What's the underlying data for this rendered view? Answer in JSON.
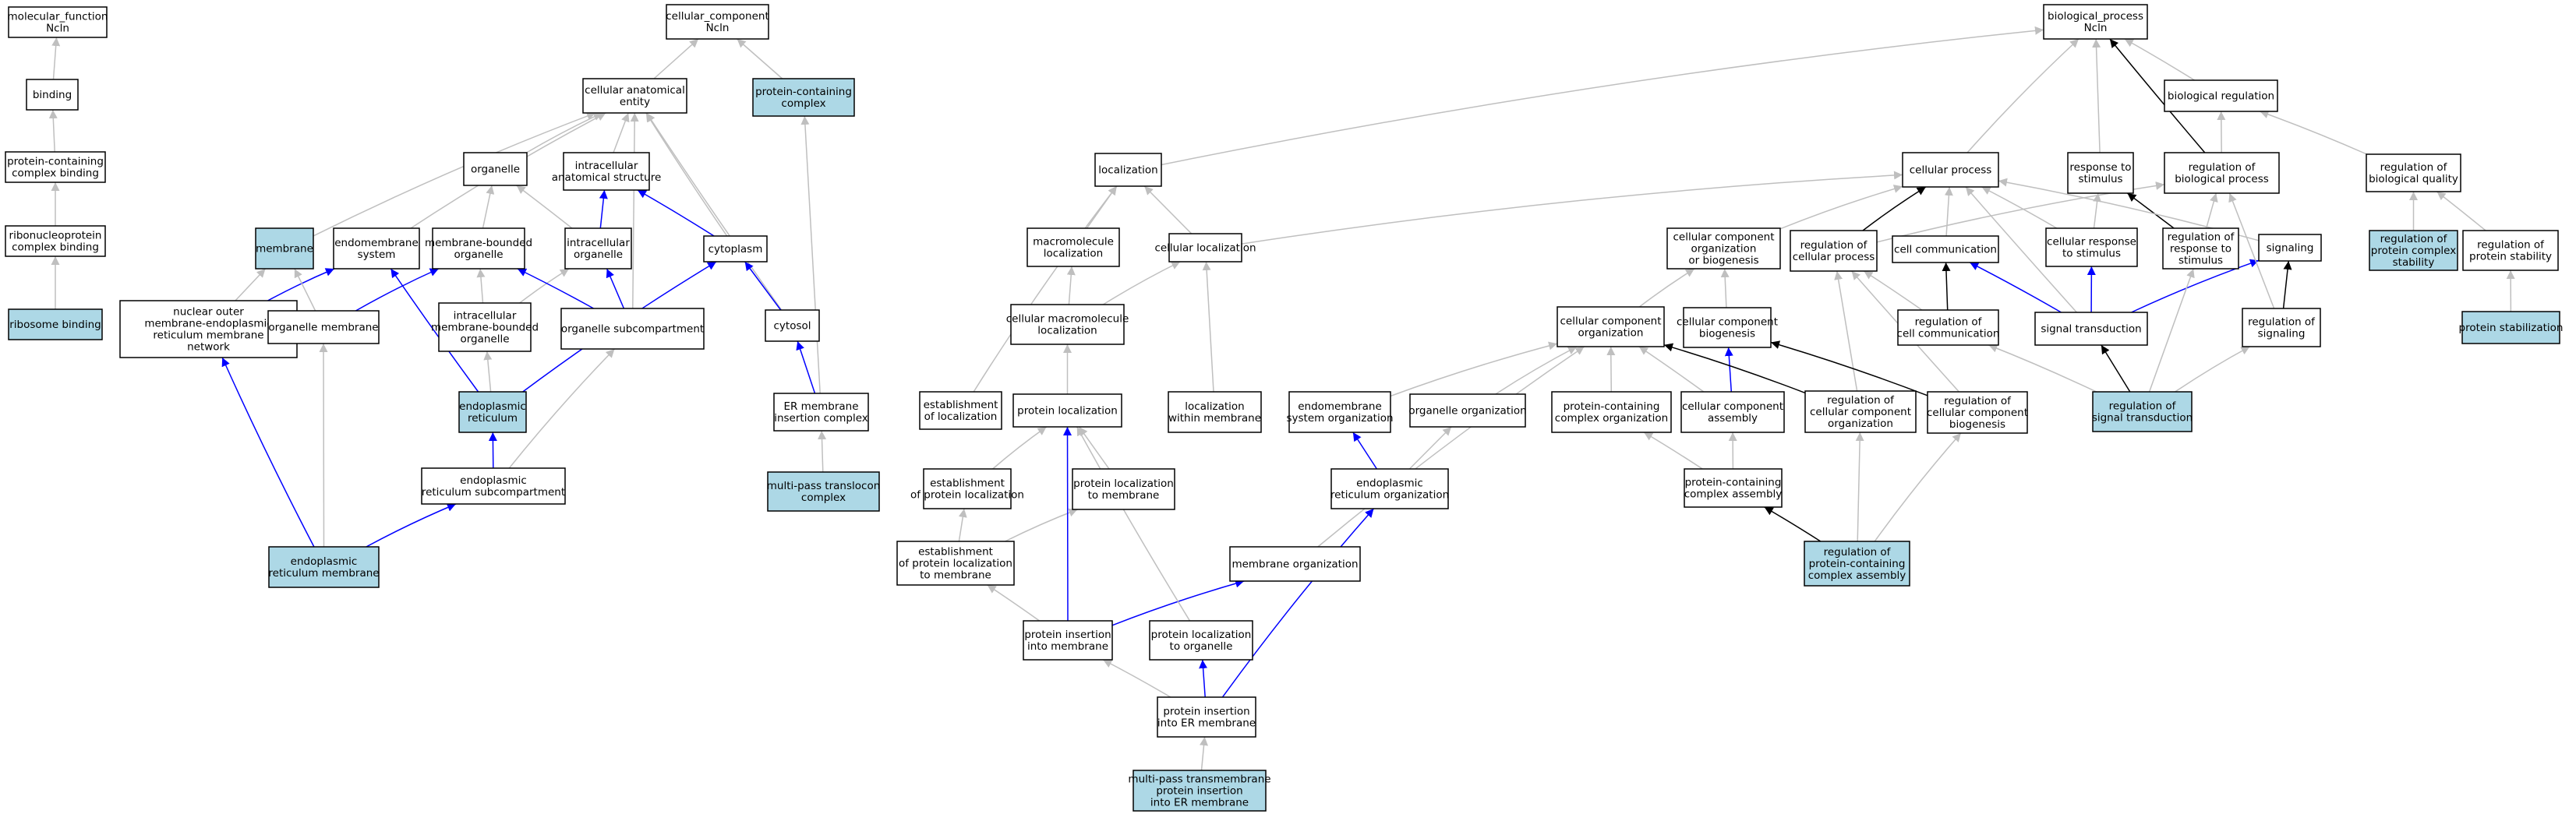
{
  "colors": {
    "highlight_fill": "#add8e6",
    "default_fill": "#ffffff",
    "edge_gray": "#bfbfbf",
    "edge_blue": "#0000ff",
    "edge_black": "#000000"
  },
  "nodes": [
    {
      "id": "mf",
      "label": "molecular_function\nNcln",
      "highlight": false
    },
    {
      "id": "binding",
      "label": "binding",
      "highlight": false
    },
    {
      "id": "pcb",
      "label": "protein-containing\ncomplex binding",
      "highlight": false
    },
    {
      "id": "rnpcb",
      "label": "ribonucleoprotein\ncomplex binding",
      "highlight": false
    },
    {
      "id": "ribbind",
      "label": "ribosome binding",
      "highlight": true
    },
    {
      "id": "cc",
      "label": "cellular_component\nNcln",
      "highlight": false
    },
    {
      "id": "cae",
      "label": "cellular anatomical\nentity",
      "highlight": false
    },
    {
      "id": "pcc",
      "label": "protein-containing\ncomplex",
      "highlight": true
    },
    {
      "id": "organelle",
      "label": "organelle",
      "highlight": false
    },
    {
      "id": "ias",
      "label": "intracellular\nanatomical structure",
      "highlight": false
    },
    {
      "id": "membrane",
      "label": "membrane",
      "highlight": true
    },
    {
      "id": "endomem",
      "label": "endomembrane\nsystem",
      "highlight": false
    },
    {
      "id": "mbo",
      "label": "membrane-bounded\norganelle",
      "highlight": false
    },
    {
      "id": "io",
      "label": "intracellular\norganelle",
      "highlight": false
    },
    {
      "id": "cytoplasm",
      "label": "cytoplasm",
      "highlight": false
    },
    {
      "id": "nom",
      "label": "nuclear outer\nmembrane-endoplasmic\nreticulum membrane\nnetwork",
      "highlight": false
    },
    {
      "id": "orgmem",
      "label": "organelle membrane",
      "highlight": false
    },
    {
      "id": "imbo",
      "label": "intracellular\nmembrane-bounded\norganelle",
      "highlight": false
    },
    {
      "id": "orgsub",
      "label": "organelle subcompartment",
      "highlight": false
    },
    {
      "id": "cytosol",
      "label": "cytosol",
      "highlight": false
    },
    {
      "id": "er",
      "label": "endoplasmic\nreticulum",
      "highlight": true
    },
    {
      "id": "ermic",
      "label": "ER membrane\ninsertion complex",
      "highlight": false
    },
    {
      "id": "ersub",
      "label": "endoplasmic\nreticulum subcompartment",
      "highlight": false
    },
    {
      "id": "mptc",
      "label": "multi-pass translocon\ncomplex",
      "highlight": true
    },
    {
      "id": "erm",
      "label": "endoplasmic\nreticulum membrane",
      "highlight": true
    },
    {
      "id": "bp",
      "label": "biological_process\nNcln",
      "highlight": false
    },
    {
      "id": "localization",
      "label": "localization",
      "highlight": false
    },
    {
      "id": "cellproc",
      "label": "cellular process",
      "highlight": false
    },
    {
      "id": "rts",
      "label": "response to\nstimulus",
      "highlight": false
    },
    {
      "id": "biolreg",
      "label": "biological regulation",
      "highlight": false
    },
    {
      "id": "rbp",
      "label": "regulation of\nbiological process",
      "highlight": false
    },
    {
      "id": "rbq",
      "label": "regulation of\nbiological quality",
      "highlight": false
    },
    {
      "id": "mml",
      "label": "macromolecule\nlocalization",
      "highlight": false
    },
    {
      "id": "cl",
      "label": "cellular localization",
      "highlight": false
    },
    {
      "id": "ccob",
      "label": "cellular component\norganization\nor biogenesis",
      "highlight": false
    },
    {
      "id": "rcp",
      "label": "regulation of\ncellular process",
      "highlight": false
    },
    {
      "id": "cellcomm",
      "label": "cell communication",
      "highlight": false
    },
    {
      "id": "crs",
      "label": "cellular response\nto stimulus",
      "highlight": false
    },
    {
      "id": "rrs",
      "label": "regulation of\nresponse to\nstimulus",
      "highlight": false
    },
    {
      "id": "signaling",
      "label": "signaling",
      "highlight": false
    },
    {
      "id": "rpcs",
      "label": "regulation of\nprotein complex\nstability",
      "highlight": true
    },
    {
      "id": "rps",
      "label": "regulation of\nprotein stability",
      "highlight": false
    },
    {
      "id": "cmml",
      "label": "cellular macromolecule\nlocalization",
      "highlight": false
    },
    {
      "id": "cco",
      "label": "cellular component\norganization",
      "highlight": false
    },
    {
      "id": "ccb",
      "label": "cellular component\nbiogenesis",
      "highlight": false
    },
    {
      "id": "rcc",
      "label": "regulation of\ncell communication",
      "highlight": false
    },
    {
      "id": "st",
      "label": "signal transduction",
      "highlight": false
    },
    {
      "id": "rsig",
      "label": "regulation of\nsignaling",
      "highlight": false
    },
    {
      "id": "pstab",
      "label": "protein stabilization",
      "highlight": true
    },
    {
      "id": "eol",
      "label": "establishment\nof localization",
      "highlight": false
    },
    {
      "id": "ploc",
      "label": "protein localization",
      "highlight": false
    },
    {
      "id": "lwm",
      "label": "localization\nwithin membrane",
      "highlight": false
    },
    {
      "id": "eso",
      "label": "endomembrane\nsystem organization",
      "highlight": false
    },
    {
      "id": "oo",
      "label": "organelle organization",
      "highlight": false
    },
    {
      "id": "pcco",
      "label": "protein-containing\ncomplex organization",
      "highlight": false
    },
    {
      "id": "cca",
      "label": "cellular component\nassembly",
      "highlight": false
    },
    {
      "id": "rcco",
      "label": "regulation of\ncellular component\norganization",
      "highlight": false
    },
    {
      "id": "rccb",
      "label": "regulation of\ncellular component\nbiogenesis",
      "highlight": false
    },
    {
      "id": "rst",
      "label": "regulation of\nsignal transduction",
      "highlight": true
    },
    {
      "id": "epl",
      "label": "establishment\nof protein localization",
      "highlight": false
    },
    {
      "id": "pltm",
      "label": "protein localization\nto membrane",
      "highlight": false
    },
    {
      "id": "ero",
      "label": "endoplasmic\nreticulum organization",
      "highlight": false
    },
    {
      "id": "pcca",
      "label": "protein-containing\ncomplex assembly",
      "highlight": false
    },
    {
      "id": "epltm",
      "label": "establishment\nof protein localization\nto membrane",
      "highlight": false
    },
    {
      "id": "memorg",
      "label": "membrane organization",
      "highlight": false
    },
    {
      "id": "rpcca",
      "label": "regulation of\nprotein-containing\ncomplex assembly",
      "highlight": true
    },
    {
      "id": "pim",
      "label": "protein insertion\ninto membrane",
      "highlight": false
    },
    {
      "id": "plto",
      "label": "protein localization\nto organelle",
      "highlight": false
    },
    {
      "id": "pierm",
      "label": "protein insertion\ninto ER membrane",
      "highlight": false
    },
    {
      "id": "mptpi",
      "label": "multi-pass transmembrane\nprotein insertion\ninto ER membrane",
      "highlight": true
    }
  ],
  "edges": [
    {
      "from": "binding",
      "to": "mf",
      "kind": "gray"
    },
    {
      "from": "pcb",
      "to": "binding",
      "kind": "gray"
    },
    {
      "from": "rnpcb",
      "to": "pcb",
      "kind": "gray"
    },
    {
      "from": "ribbind",
      "to": "rnpcb",
      "kind": "gray"
    },
    {
      "from": "cae",
      "to": "cc",
      "kind": "gray"
    },
    {
      "from": "pcc",
      "to": "cc",
      "kind": "gray"
    },
    {
      "from": "organelle",
      "to": "cae",
      "kind": "gray"
    },
    {
      "from": "ias",
      "to": "cae",
      "kind": "gray"
    },
    {
      "from": "membrane",
      "to": "cae",
      "kind": "gray"
    },
    {
      "from": "endomem",
      "to": "cae",
      "kind": "gray"
    },
    {
      "from": "cytoplasm",
      "to": "cae",
      "kind": "gray"
    },
    {
      "from": "cytosol",
      "to": "cae",
      "kind": "gray"
    },
    {
      "from": "orgsub",
      "to": "cae",
      "kind": "gray"
    },
    {
      "from": "mbo",
      "to": "organelle",
      "kind": "gray"
    },
    {
      "from": "io",
      "to": "organelle",
      "kind": "gray"
    },
    {
      "from": "io",
      "to": "ias",
      "kind": "blue"
    },
    {
      "from": "cytoplasm",
      "to": "ias",
      "kind": "blue"
    },
    {
      "from": "imbo",
      "to": "mbo",
      "kind": "gray"
    },
    {
      "from": "imbo",
      "to": "io",
      "kind": "gray"
    },
    {
      "from": "orgsub",
      "to": "io",
      "kind": "blue"
    },
    {
      "from": "orgsub",
      "to": "mbo",
      "kind": "blue"
    },
    {
      "from": "nom",
      "to": "membrane",
      "kind": "gray"
    },
    {
      "from": "nom",
      "to": "endomem",
      "kind": "blue"
    },
    {
      "from": "orgmem",
      "to": "membrane",
      "kind": "gray"
    },
    {
      "from": "orgmem",
      "to": "mbo",
      "kind": "blue"
    },
    {
      "from": "cytosol",
      "to": "cytoplasm",
      "kind": "blue"
    },
    {
      "from": "er",
      "to": "imbo",
      "kind": "gray"
    },
    {
      "from": "er",
      "to": "endomem",
      "kind": "blue"
    },
    {
      "from": "er",
      "to": "cytoplasm",
      "kind": "blue"
    },
    {
      "from": "ermic",
      "to": "cytosol",
      "kind": "blue"
    },
    {
      "from": "ermic",
      "to": "pcc",
      "kind": "gray"
    },
    {
      "from": "ersub",
      "to": "er",
      "kind": "blue"
    },
    {
      "from": "ersub",
      "to": "orgsub",
      "kind": "gray"
    },
    {
      "from": "mptc",
      "to": "ermic",
      "kind": "gray"
    },
    {
      "from": "erm",
      "to": "ersub",
      "kind": "blue"
    },
    {
      "from": "erm",
      "to": "nom",
      "kind": "blue"
    },
    {
      "from": "erm",
      "to": "orgmem",
      "kind": "gray"
    },
    {
      "from": "localization",
      "to": "bp",
      "kind": "gray"
    },
    {
      "from": "cellproc",
      "to": "bp",
      "kind": "gray"
    },
    {
      "from": "rts",
      "to": "bp",
      "kind": "gray"
    },
    {
      "from": "biolreg",
      "to": "bp",
      "kind": "gray"
    },
    {
      "from": "rbp",
      "to": "bp",
      "kind": "black"
    },
    {
      "from": "rbp",
      "to": "biolreg",
      "kind": "gray"
    },
    {
      "from": "rbq",
      "to": "biolreg",
      "kind": "gray"
    },
    {
      "from": "mml",
      "to": "localization",
      "kind": "gray"
    },
    {
      "from": "cl",
      "to": "localization",
      "kind": "gray"
    },
    {
      "from": "cl",
      "to": "cellproc",
      "kind": "gray"
    },
    {
      "from": "ccob",
      "to": "cellproc",
      "kind": "gray"
    },
    {
      "from": "rcp",
      "to": "cellproc",
      "kind": "black"
    },
    {
      "from": "rcp",
      "to": "rbp",
      "kind": "gray"
    },
    {
      "from": "cellcomm",
      "to": "cellproc",
      "kind": "gray"
    },
    {
      "from": "crs",
      "to": "rts",
      "kind": "gray"
    },
    {
      "from": "crs",
      "to": "cellproc",
      "kind": "gray"
    },
    {
      "from": "rrs",
      "to": "rts",
      "kind": "black"
    },
    {
      "from": "rrs",
      "to": "rbp",
      "kind": "gray"
    },
    {
      "from": "signaling",
      "to": "cellproc",
      "kind": "gray"
    },
    {
      "from": "rpcs",
      "to": "rbq",
      "kind": "gray"
    },
    {
      "from": "rps",
      "to": "rbq",
      "kind": "gray"
    },
    {
      "from": "cmml",
      "to": "mml",
      "kind": "gray"
    },
    {
      "from": "cmml",
      "to": "cl",
      "kind": "gray"
    },
    {
      "from": "cco",
      "to": "ccob",
      "kind": "gray"
    },
    {
      "from": "ccb",
      "to": "ccob",
      "kind": "gray"
    },
    {
      "from": "rcc",
      "to": "cellcomm",
      "kind": "black"
    },
    {
      "from": "rcc",
      "to": "rcp",
      "kind": "gray"
    },
    {
      "from": "st",
      "to": "cellcomm",
      "kind": "blue"
    },
    {
      "from": "st",
      "to": "crs",
      "kind": "blue"
    },
    {
      "from": "st",
      "to": "signaling",
      "kind": "blue"
    },
    {
      "from": "st",
      "to": "cellproc",
      "kind": "gray"
    },
    {
      "from": "rsig",
      "to": "signaling",
      "kind": "black"
    },
    {
      "from": "rsig",
      "to": "rbp",
      "kind": "gray"
    },
    {
      "from": "pstab",
      "to": "rps",
      "kind": "gray"
    },
    {
      "from": "eol",
      "to": "localization",
      "kind": "gray"
    },
    {
      "from": "ploc",
      "to": "cmml",
      "kind": "gray"
    },
    {
      "from": "lwm",
      "to": "cl",
      "kind": "gray"
    },
    {
      "from": "eso",
      "to": "cco",
      "kind": "gray"
    },
    {
      "from": "oo",
      "to": "cco",
      "kind": "gray"
    },
    {
      "from": "pcco",
      "to": "cco",
      "kind": "gray"
    },
    {
      "from": "cca",
      "to": "cco",
      "kind": "gray"
    },
    {
      "from": "cca",
      "to": "ccb",
      "kind": "blue"
    },
    {
      "from": "rcco",
      "to": "cco",
      "kind": "black"
    },
    {
      "from": "rcco",
      "to": "rcp",
      "kind": "gray"
    },
    {
      "from": "rccb",
      "to": "ccb",
      "kind": "black"
    },
    {
      "from": "rccb",
      "to": "rcp",
      "kind": "gray"
    },
    {
      "from": "rst",
      "to": "st",
      "kind": "black"
    },
    {
      "from": "rst",
      "to": "rcc",
      "kind": "gray"
    },
    {
      "from": "rst",
      "to": "rsig",
      "kind": "gray"
    },
    {
      "from": "rst",
      "to": "rrs",
      "kind": "gray"
    },
    {
      "from": "epl",
      "to": "ploc",
      "kind": "gray"
    },
    {
      "from": "pltm",
      "to": "ploc",
      "kind": "gray"
    },
    {
      "from": "ero",
      "to": "oo",
      "kind": "gray"
    },
    {
      "from": "ero",
      "to": "eso",
      "kind": "blue"
    },
    {
      "from": "pcca",
      "to": "pcco",
      "kind": "gray"
    },
    {
      "from": "pcca",
      "to": "cca",
      "kind": "gray"
    },
    {
      "from": "epltm",
      "to": "epl",
      "kind": "gray"
    },
    {
      "from": "epltm",
      "to": "pltm",
      "kind": "gray"
    },
    {
      "from": "memorg",
      "to": "cco",
      "kind": "gray"
    },
    {
      "from": "rpcca",
      "to": "pcca",
      "kind": "black"
    },
    {
      "from": "rpcca",
      "to": "rcco",
      "kind": "gray"
    },
    {
      "from": "rpcca",
      "to": "rccb",
      "kind": "gray"
    },
    {
      "from": "pim",
      "to": "epltm",
      "kind": "gray"
    },
    {
      "from": "pim",
      "to": "memorg",
      "kind": "blue"
    },
    {
      "from": "pim",
      "to": "ploc",
      "kind": "blue"
    },
    {
      "from": "plto",
      "to": "ploc",
      "kind": "gray"
    },
    {
      "from": "pierm",
      "to": "pim",
      "kind": "gray"
    },
    {
      "from": "pierm",
      "to": "plto",
      "kind": "blue"
    },
    {
      "from": "pierm",
      "to": "ero",
      "kind": "blue"
    },
    {
      "from": "mptpi",
      "to": "pierm",
      "kind": "gray"
    }
  ]
}
